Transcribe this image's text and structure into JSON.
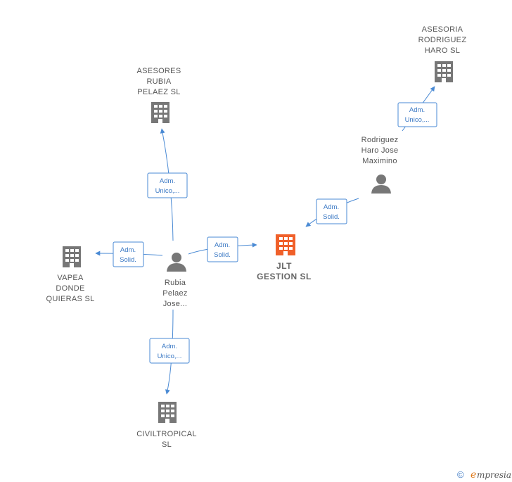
{
  "diagram": {
    "nodes": [
      {
        "id": "jlt",
        "type": "company-main",
        "label": [
          "JLT",
          "GESTION  SL"
        ]
      },
      {
        "id": "asesores",
        "type": "company",
        "label": [
          "ASESORES",
          "RUBIA",
          "PELAEZ SL"
        ]
      },
      {
        "id": "asesoria",
        "type": "company",
        "label": [
          "ASESORIA",
          "RODRIGUEZ",
          "HARO  SL"
        ]
      },
      {
        "id": "vapea",
        "type": "company",
        "label": [
          "VAPEA",
          "DONDE",
          "QUIERAS  SL"
        ]
      },
      {
        "id": "civil",
        "type": "company",
        "label": [
          "CIVILTROPICAL",
          "SL"
        ]
      },
      {
        "id": "rubia",
        "type": "person",
        "label": [
          "Rubia",
          "Pelaez",
          "Jose..."
        ]
      },
      {
        "id": "rodriguez",
        "type": "person",
        "label": [
          "Rodriguez",
          "Haro Jose",
          "Maximino"
        ]
      }
    ],
    "edges": [
      {
        "id": "rubia-asesores",
        "label": [
          "Adm.",
          "Unico,..."
        ]
      },
      {
        "id": "rubia-vapea",
        "label": [
          "Adm.",
          "Solid."
        ]
      },
      {
        "id": "rubia-jlt",
        "label": [
          "Adm.",
          "Solid."
        ]
      },
      {
        "id": "rubia-civil",
        "label": [
          "Adm.",
          "Unico,..."
        ]
      },
      {
        "id": "rodriguez-jlt",
        "label": [
          "Adm.",
          "Solid."
        ]
      },
      {
        "id": "rodriguez-asesoria",
        "label": [
          "Adm.",
          "Unico,..."
        ]
      }
    ]
  },
  "footer": {
    "copyright": "©",
    "brand_initial": "e",
    "brand_rest": "mpresia"
  },
  "colors": {
    "edge": "#4a8ad4",
    "company": "#777777",
    "company_main": "#f0602a",
    "person": "#777777"
  }
}
